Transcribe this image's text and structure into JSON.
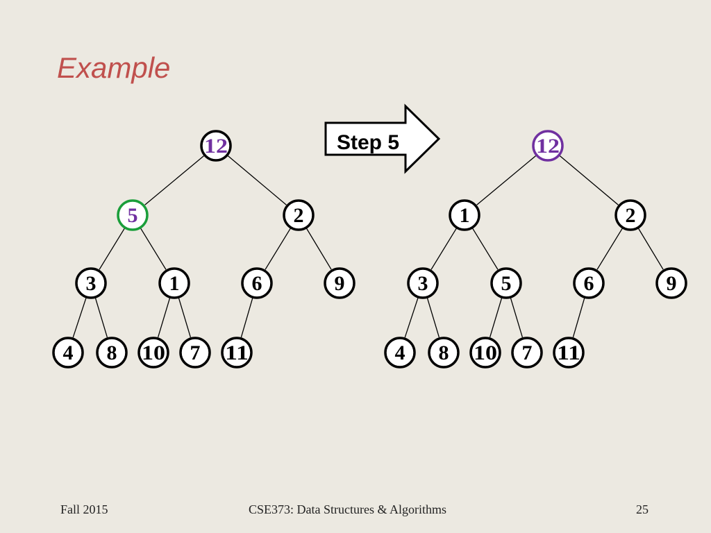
{
  "slide": {
    "title": "Example"
  },
  "step_arrow": {
    "label": "Step 5"
  },
  "colors": {
    "highlight_text": "#7030a0",
    "highlight_ring": "#1a9e3a",
    "edge": "#000000",
    "node_ring": "#000000"
  },
  "trees": [
    {
      "id": "before",
      "nodes": [
        "12",
        "5",
        "2",
        "3",
        "1",
        "6",
        "9",
        "4",
        "8",
        "10",
        "7",
        "11"
      ],
      "highlight_text": [
        0,
        1
      ],
      "highlight_ring": [
        1
      ]
    },
    {
      "id": "after",
      "nodes": [
        "12",
        "1",
        "2",
        "3",
        "5",
        "6",
        "9",
        "4",
        "8",
        "10",
        "7",
        "11"
      ],
      "highlight_text": [
        0
      ],
      "highlight_ring": [
        0
      ]
    }
  ],
  "footer": {
    "left": "Fall 2015",
    "center": "CSE373: Data Structures & Algorithms",
    "right": "25"
  }
}
